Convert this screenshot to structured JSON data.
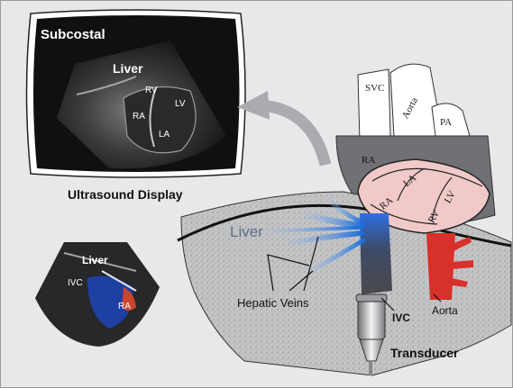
{
  "top_display": {
    "view_label": "Subcostal",
    "liver_label": "Liver",
    "rv_label": "RV",
    "lv_label": "LV",
    "ra_label": "RA",
    "la_label": "LA",
    "caption": "Ultrasound Display"
  },
  "small_scan": {
    "liver_label": "Liver",
    "ivc_label": "IVC",
    "ra_label": "RA"
  },
  "heart": {
    "svc_label": "SVC",
    "aorta_label": "Aorta",
    "pa_label": "PA",
    "ra_upper_label": "RA",
    "ra_label": "RA",
    "la_label": "LA",
    "rv_label": "RV",
    "lv_label": "LV"
  },
  "anatomy": {
    "liver_label": "Liver",
    "hepatic_veins_label": "Hepatic Veins",
    "ivc_label": "IVC",
    "aorta_label": "Aorta",
    "transducer_label": "Transducer"
  },
  "colors": {
    "background": "#e7e8ea",
    "liver_fill": "#c4c5c7",
    "heart_chamber": "#f1c9c9",
    "aorta_red": "#d8302a",
    "hepatic_blue": "#1f6fd8",
    "screen_black": "#111111",
    "arrow_gray": "#a9abae"
  }
}
